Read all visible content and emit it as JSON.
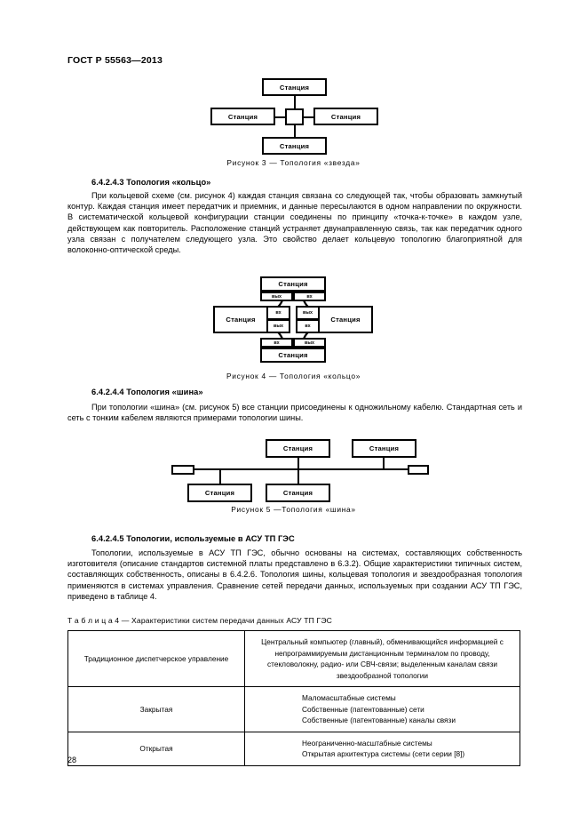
{
  "document": {
    "header": "ГОСТ Р 55563—2013",
    "page_number": "28"
  },
  "figures": {
    "star": {
      "caption": "Рисунок  3 — Топология «звезда»",
      "node_label": "Станция",
      "nodes": [
        "Станция",
        "Станция",
        "Станция",
        "Станция"
      ],
      "hub_label": ""
    },
    "ring": {
      "caption": "Рисунок  4 — Топология «кольцо»",
      "node_label": "Станция",
      "port_in": "вх",
      "port_out": "вых",
      "stations": [
        {
          "name": "Станция",
          "position": "top",
          "ports": [
            "вых",
            "вх"
          ]
        },
        {
          "name": "Станция",
          "position": "left",
          "ports": [
            "вх",
            "вых"
          ]
        },
        {
          "name": "Станция",
          "position": "right",
          "ports": [
            "вых",
            "вх"
          ]
        },
        {
          "name": "Станция",
          "position": "bottom",
          "ports": [
            "вх",
            "вых"
          ]
        }
      ]
    },
    "bus": {
      "caption": "Рисунок  5 —Топология «шина»",
      "node_label": "Станция",
      "nodes": [
        "Станция",
        "Станция",
        "Станция",
        "Станция"
      ]
    }
  },
  "sections": [
    {
      "id": "6.4.2.4.3",
      "heading": "6.4.2.4.3  Топология «кольцо»",
      "body": "При кольцевой схеме (см. рисунок 4) каждая станция связана со следующей так, чтобы образовать замкнутый контур. Каждая станция имеет передатчик и приемник, и данные пересылаются в одном направлении по окружности. В систематической кольцевой конфигурации станции соединены по принципу «точка-к-точке» в каждом узле, действующем как повторитель. Расположение станций устраняет двунаправленную связь, так как передатчик одного узла связан с получателем следующего узла. Это свойство делает кольцевую топологию благоприятной для волоконно-оптической среды."
    },
    {
      "id": "6.4.2.4.4",
      "heading": "6.4.2.4.4  Топология «шина»",
      "body": "При топологии «шина» (см. рисунок 5) все станции присоединены к одножильному кабелю. Стандартная сеть и сеть с тонким кабелем являются примерами топологии шины."
    },
    {
      "id": "6.4.2.4.5",
      "heading": "6.4.2.4.5  Топологии, используемые в АСУ ТП ГЭС",
      "body": "Топологии, используемые в АСУ ТП ГЭС, обычно основаны на системах, составляющих собственность изготовителя (описание стандартов системной платы представлено в 6.3.2). Общие характеристики типичных систем, составляющих собственность, описаны в 6.4.2.6. Топология шины, кольцевая топология и звездообразная топология применяются в системах управления. Сравнение сетей передачи данных, используемых при создании АСУ ТП ГЭС, приведено в таблице 4."
    }
  ],
  "table": {
    "caption": "Т а б л и ц а  4 — Характеристики систем передачи данных АСУ ТП ГЭС",
    "rows": [
      {
        "name": "Традиционное диспетчерское управление",
        "description": "Центральный компьютер (главный), обменивающийся информацией с непрограммируемым дистанционным терминалом по проводу, стекловолокну, радио- или СВЧ-связи; выделенным каналам связи звездообразной топологии"
      },
      {
        "name": "Закрытая",
        "description": "Маломасштабные системы\nСобственные (патентованные) сети\nСобственные (патентованные) каналы связи"
      },
      {
        "name": "Открытая",
        "description": "Неограниченно-масштабные системы\nОткрытая архитектура системы (сети серии [8])"
      }
    ]
  }
}
